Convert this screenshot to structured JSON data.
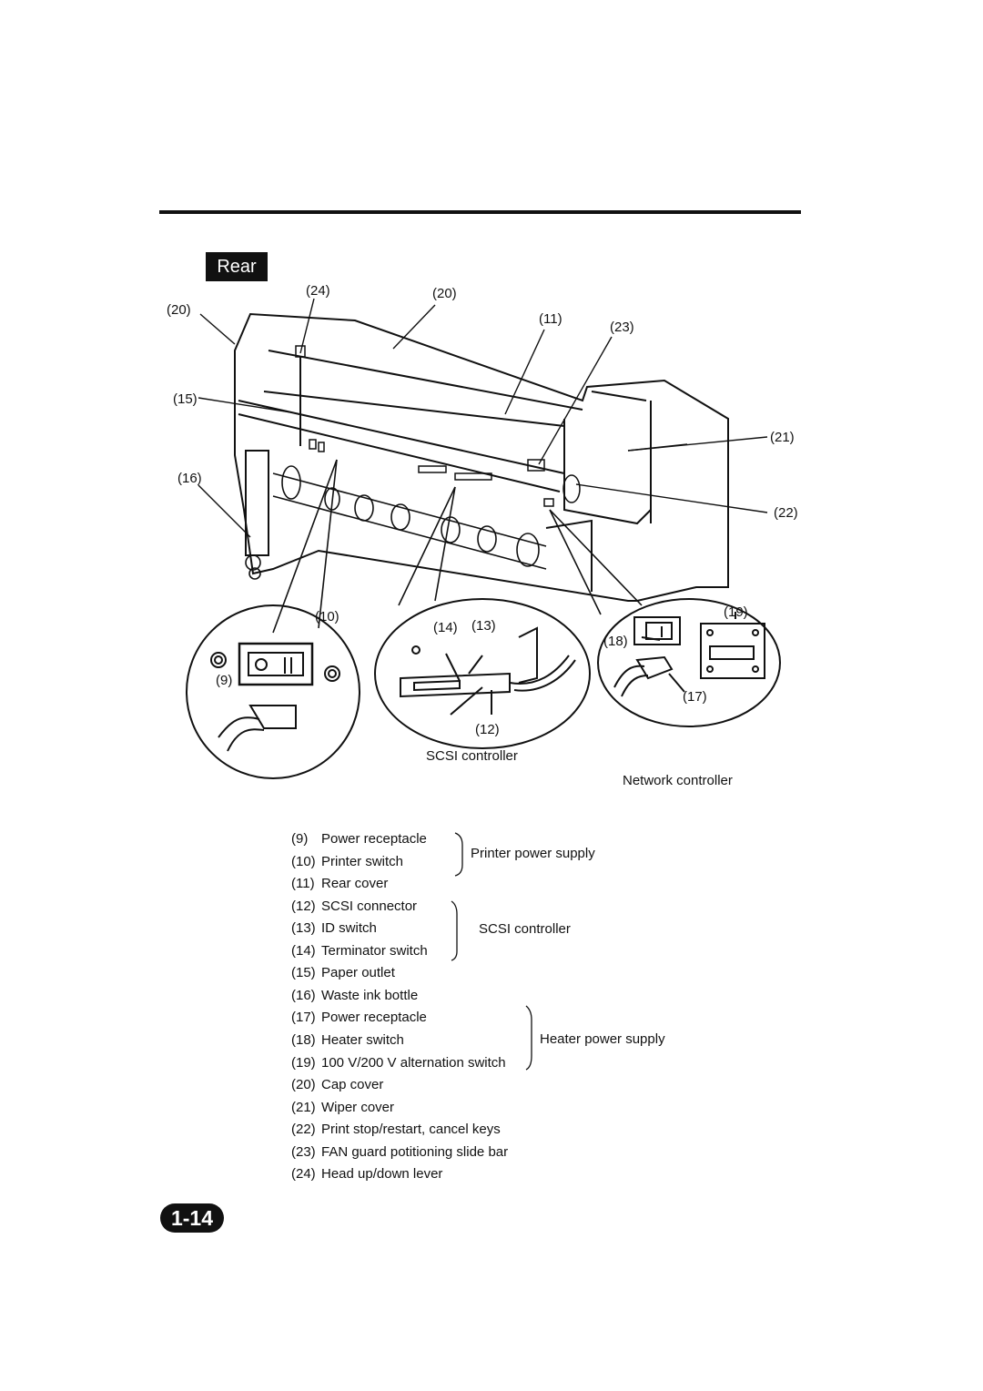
{
  "section_title": "Rear",
  "callouts": {
    "c24": "(24)",
    "c20a": "(20)",
    "c20b": "(20)",
    "c11": "(11)",
    "c23": "(23)",
    "c15": "(15)",
    "c21": "(21)",
    "c16": "(16)",
    "c22": "(22)",
    "c10": "(10)",
    "c9": "(9)",
    "c14": "(14)",
    "c13": "(13)",
    "c12": "(12)",
    "c19": "(19)",
    "c18": "(18)",
    "c17": "(17)"
  },
  "captions": {
    "scsi": "SCSI controller",
    "network": "Network controller"
  },
  "legend": [
    {
      "num": "(9)",
      "text": "Power receptacle"
    },
    {
      "num": "(10)",
      "text": "Printer switch"
    },
    {
      "num": "(11)",
      "text": "Rear cover"
    },
    {
      "num": "(12)",
      "text": "SCSI connector"
    },
    {
      "num": "(13)",
      "text": "ID switch"
    },
    {
      "num": "(14)",
      "text": "Terminator switch"
    },
    {
      "num": "(15)",
      "text": "Paper outlet"
    },
    {
      "num": "(16)",
      "text": "Waste ink bottle"
    },
    {
      "num": "(17)",
      "text": "Power receptacle"
    },
    {
      "num": "(18)",
      "text": "Heater switch"
    },
    {
      "num": "(19)",
      "text": "100 V/200 V alternation switch"
    },
    {
      "num": "(20)",
      "text": "Cap cover"
    },
    {
      "num": "(21)",
      "text": "Wiper cover"
    },
    {
      "num": "(22)",
      "text": "Print stop/restart, cancel keys"
    },
    {
      "num": "(23)",
      "text": "FAN guard potitioning slide bar"
    },
    {
      "num": "(24)",
      "text": "Head up/down lever"
    }
  ],
  "groups": {
    "printer_power": "Printer power supply",
    "scsi_controller": "SCSI controller",
    "heater_power": "Heater power supply"
  },
  "page_number": "1-14"
}
